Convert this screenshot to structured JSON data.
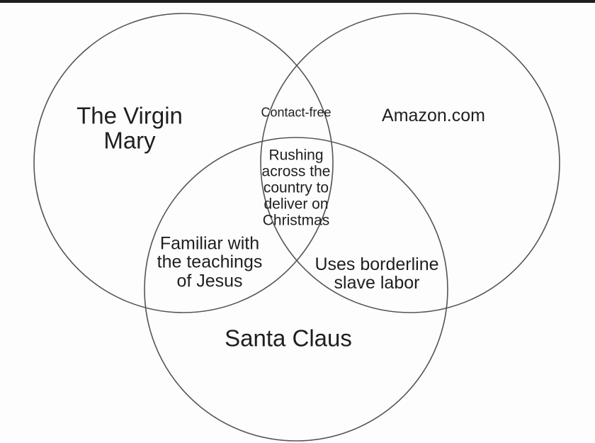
{
  "diagram": {
    "type": "venn",
    "sets": {
      "mary": "The Virgin\nMary",
      "amazon": "Amazon.com",
      "santa": "Santa Claus"
    },
    "intersections": {
      "mary_amazon": "Contact-free",
      "all_three": "Rushing\nacross the\ncountry to\ndeliver on\nChristmas",
      "mary_santa": "Familiar with\nthe teachings\nof Jesus",
      "amazon_santa": "Uses borderline\nslave labor"
    },
    "colors": {
      "stroke": "#555555",
      "text": "#1f1f1f",
      "background": "#fdfdfd",
      "top_border": "#1e1e1e"
    }
  }
}
